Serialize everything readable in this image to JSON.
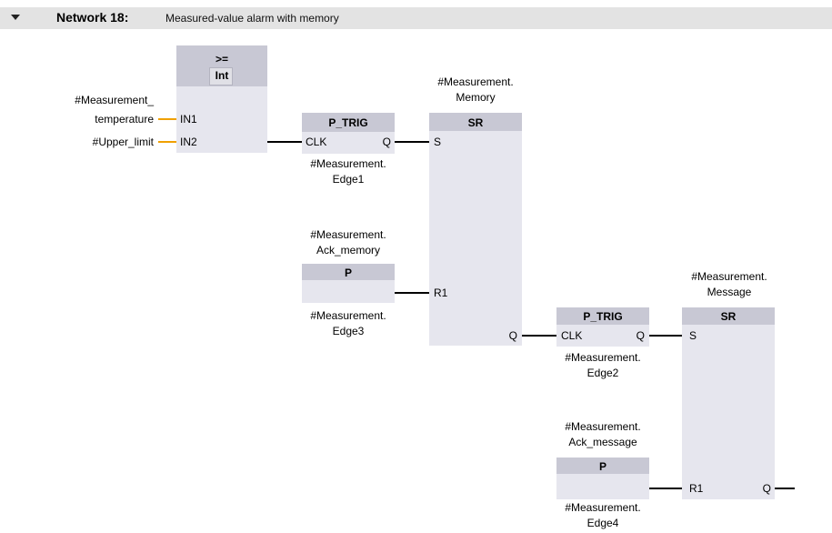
{
  "network": {
    "title": "Network 18:",
    "comment": "Measured-value alarm with memory"
  },
  "compare": {
    "op": ">=",
    "type": "Int",
    "in1": "IN1",
    "in2": "IN2"
  },
  "operands": {
    "measurement_temp_1": "#Measurement_",
    "measurement_temp_2": "temperature",
    "upper_limit": "#Upper_limit",
    "memory_1": "#Measurement.",
    "memory_2": "Memory",
    "edge1_1": "#Measurement.",
    "edge1_2": "Edge1",
    "ack_memory_1": "#Measurement.",
    "ack_memory_2": "Ack_memory",
    "edge3_1": "#Measurement.",
    "edge3_2": "Edge3",
    "message_1": "#Measurement.",
    "message_2": "Message",
    "edge2_1": "#Measurement.",
    "edge2_2": "Edge2",
    "ack_message_1": "#Measurement.",
    "ack_message_2": "Ack_message",
    "edge4_1": "#Measurement.",
    "edge4_2": "Edge4"
  },
  "ptrig1": {
    "type": "P_TRIG",
    "clk": "CLK",
    "q": "Q"
  },
  "ptrig2": {
    "type": "P_TRIG",
    "clk": "CLK",
    "q": "Q"
  },
  "sr1": {
    "type": "SR",
    "s": "S",
    "r1": "R1",
    "q": "Q"
  },
  "sr2": {
    "type": "SR",
    "s": "S",
    "r1": "R1",
    "q": "Q"
  },
  "p1": {
    "type": "P"
  },
  "p2": {
    "type": "P"
  },
  "colors": {
    "block_body": "#e6e6ee",
    "block_header": "#c8c8d4",
    "wire": "#000000",
    "input_wire": "#f0a000",
    "header_bar": "#e3e3e3"
  }
}
